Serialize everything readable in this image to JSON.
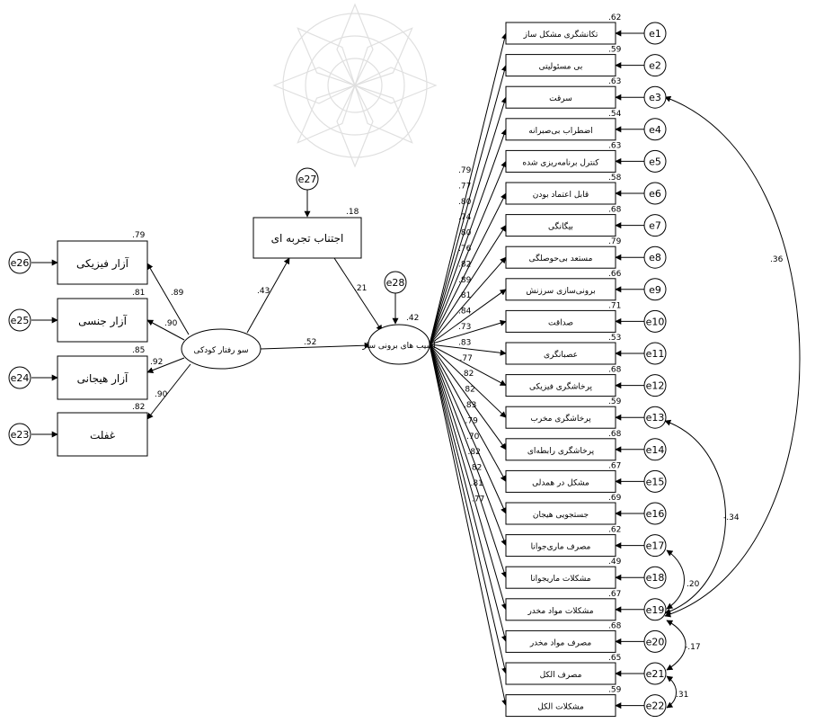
{
  "indicators": [
    {
      "label": "تکانشگری مشکل ساز",
      "r2": ".62",
      "error": "e1",
      "loading": ".79"
    },
    {
      "label": "بی مسئولیتی",
      "r2": ".59",
      "error": "e2",
      "loading": ".77"
    },
    {
      "label": "سرقت",
      "r2": ".63",
      "error": "e3",
      "loading": ".80"
    },
    {
      "label": "اضطراب بی‌صبرانه",
      "r2": ".54",
      "error": "e4",
      "loading": ".74"
    },
    {
      "label": "کنترل برنامه‌ریزی شده",
      "r2": ".63",
      "error": "e5",
      "loading": ".80"
    },
    {
      "label": "قابل اعتماد بودن",
      "r2": ".58",
      "error": "e6",
      "loading": ".76"
    },
    {
      "label": "بیگانگی",
      "r2": ".68",
      "error": "e7",
      "loading": ".82"
    },
    {
      "label": "مستعد بی‌حوصلگی",
      "r2": ".79",
      "error": "e8",
      "loading": ".89"
    },
    {
      "label": "برونی‌سازی سرزنش",
      "r2": ".66",
      "error": "e9",
      "loading": ".81"
    },
    {
      "label": "صداقت",
      "r2": ".71",
      "error": "e10",
      "loading": ".84"
    },
    {
      "label": "عصبانگری",
      "r2": ".53",
      "error": "e11",
      "loading": ".73"
    },
    {
      "label": "پرخاشگری فیزیکی",
      "r2": ".68",
      "error": "e12",
      "loading": ".83"
    },
    {
      "label": "پرخاشگری مخرب",
      "r2": ".59",
      "error": "e13",
      "loading": ".77"
    },
    {
      "label": "پرخاشگری رابطه‌ای",
      "r2": ".68",
      "error": "e14",
      "loading": ".82"
    },
    {
      "label": "مشکل در همدلی",
      "r2": ".67",
      "error": "e15",
      "loading": ".82"
    },
    {
      "label": "جستجویی هیجان",
      "r2": ".69",
      "error": "e16",
      "loading": ".83"
    },
    {
      "label": "مصرف ماری‌جوانا",
      "r2": ".62",
      "error": "e17",
      "loading": ".79"
    },
    {
      "label": "مشکلات ماریجوانا",
      "r2": ".49",
      "error": "e18",
      "loading": ".70"
    },
    {
      "label": "مشکلات مواد مخدر",
      "r2": ".67",
      "error": "e19",
      "loading": ".82"
    },
    {
      "label": "مصرف مواد مخدر",
      "r2": ".68",
      "error": "e20",
      "loading": ".82"
    },
    {
      "label": "مصرف الکل",
      "r2": ".65",
      "error": "e21",
      "loading": ".81"
    },
    {
      "label": "مشکلات الکل",
      "r2": ".59",
      "error": "e22",
      "loading": ".77"
    }
  ],
  "abuse": [
    {
      "label": "آزار فیزیکی",
      "r2": ".79",
      "error": "e26",
      "loading": ".89"
    },
    {
      "label": "آزار جنسی",
      "r2": ".81",
      "error": "e25",
      "loading": ".90"
    },
    {
      "label": "آزار هیجانی",
      "r2": ".85",
      "error": "e24",
      "loading": ".92"
    },
    {
      "label": "غفلت",
      "r2": ".82",
      "error": "e23",
      "loading": ".90"
    }
  ],
  "latent": {
    "abuse": "سو رفتار کودکی",
    "harm": "آسیب های برونی ساز",
    "harm_r2": ".42",
    "harm_error": "e28"
  },
  "mediator": {
    "label": "اجتناب تجربه ای",
    "r2": ".18",
    "error": "e27"
  },
  "paths": {
    "abuse_to_mediator": ".43",
    "mediator_to_harm": ".21",
    "abuse_to_harm": ".52"
  },
  "covariances": {
    "e3_e19": ".36",
    "e13_e19": "-.34",
    "e17_e19": ".20",
    "e19_e21": "-.17",
    "e21_e22": ".31"
  },
  "colors": {
    "stroke": "#000000",
    "background": "#ffffff"
  }
}
